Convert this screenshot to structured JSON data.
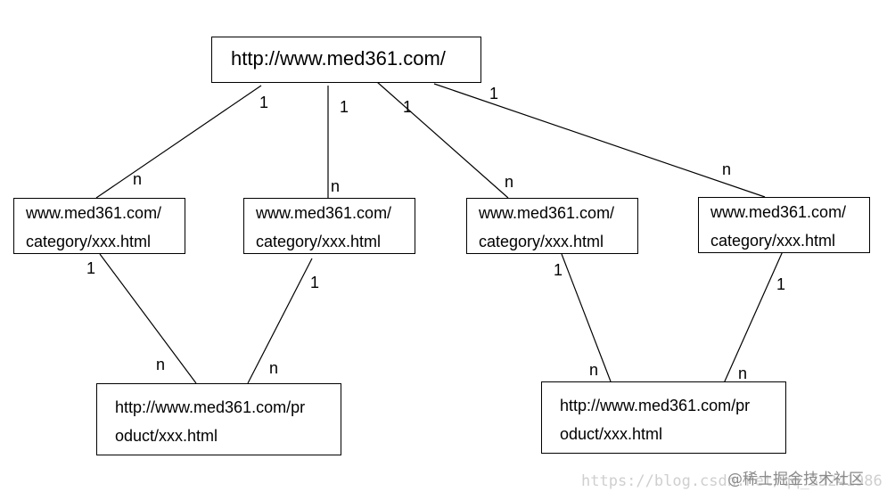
{
  "root": {
    "text": "http://www.med361.com/"
  },
  "categories": [
    {
      "line1": "www.med361.com/",
      "line2": "category/xxx.html"
    },
    {
      "line1": "www.med361.com/",
      "line2": "category/xxx.html"
    },
    {
      "line1": "www.med361.com/",
      "line2": "category/xxx.html"
    },
    {
      "line1": "www.med361.com/",
      "line2": "category/xxx.html"
    }
  ],
  "products": [
    {
      "line1": "http://www.med361.com/pr",
      "line2": "oduct/xxx.html"
    },
    {
      "line1": "http://www.med361.com/pr",
      "line2": "oduct/xxx.html"
    }
  ],
  "cardinality": {
    "one": "1",
    "many": "n"
  },
  "watermark": {
    "url": "https://blog.csdn.net/qq_35241986",
    "badge": "@稀土掘金技术社区"
  }
}
